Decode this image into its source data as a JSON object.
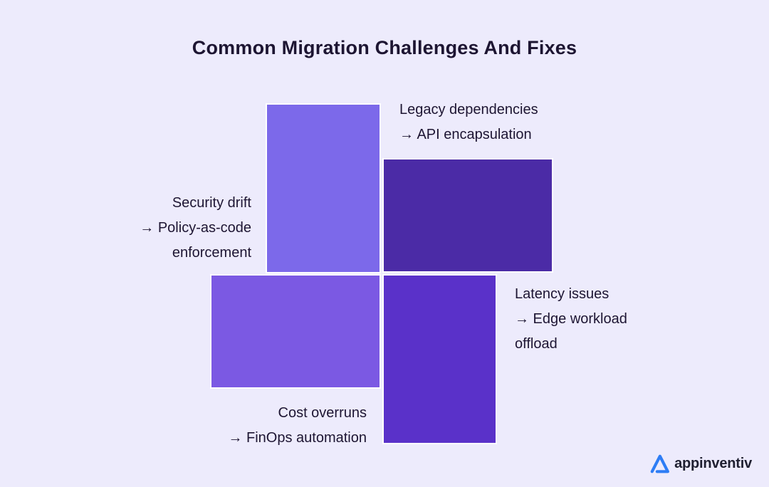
{
  "title": "Common Migration Challenges And Fixes",
  "colors": {
    "background": "#edebfc",
    "text": "#1d1532",
    "block_border": "#ffffff",
    "block_top": "#7c69ea",
    "block_right": "#4b2ba6",
    "block_bottom_left": "#7b59e3",
    "block_bottom": "#5a31c9",
    "logo_blue": "#2e7df5",
    "logo_text": "#1f1f30"
  },
  "challenges": {
    "legacy": {
      "lines": [
        "Legacy dependencies",
        "→ API encapsulation"
      ]
    },
    "security": {
      "lines": [
        "Security drift",
        "→ Policy-as-code",
        "enforcement"
      ]
    },
    "latency": {
      "lines": [
        "Latency issues",
        "→ Edge workload",
        "offload"
      ]
    },
    "cost": {
      "lines": [
        "Cost overruns",
        "→ FinOps automation"
      ]
    }
  },
  "logo": {
    "brand": "appinventiv"
  }
}
